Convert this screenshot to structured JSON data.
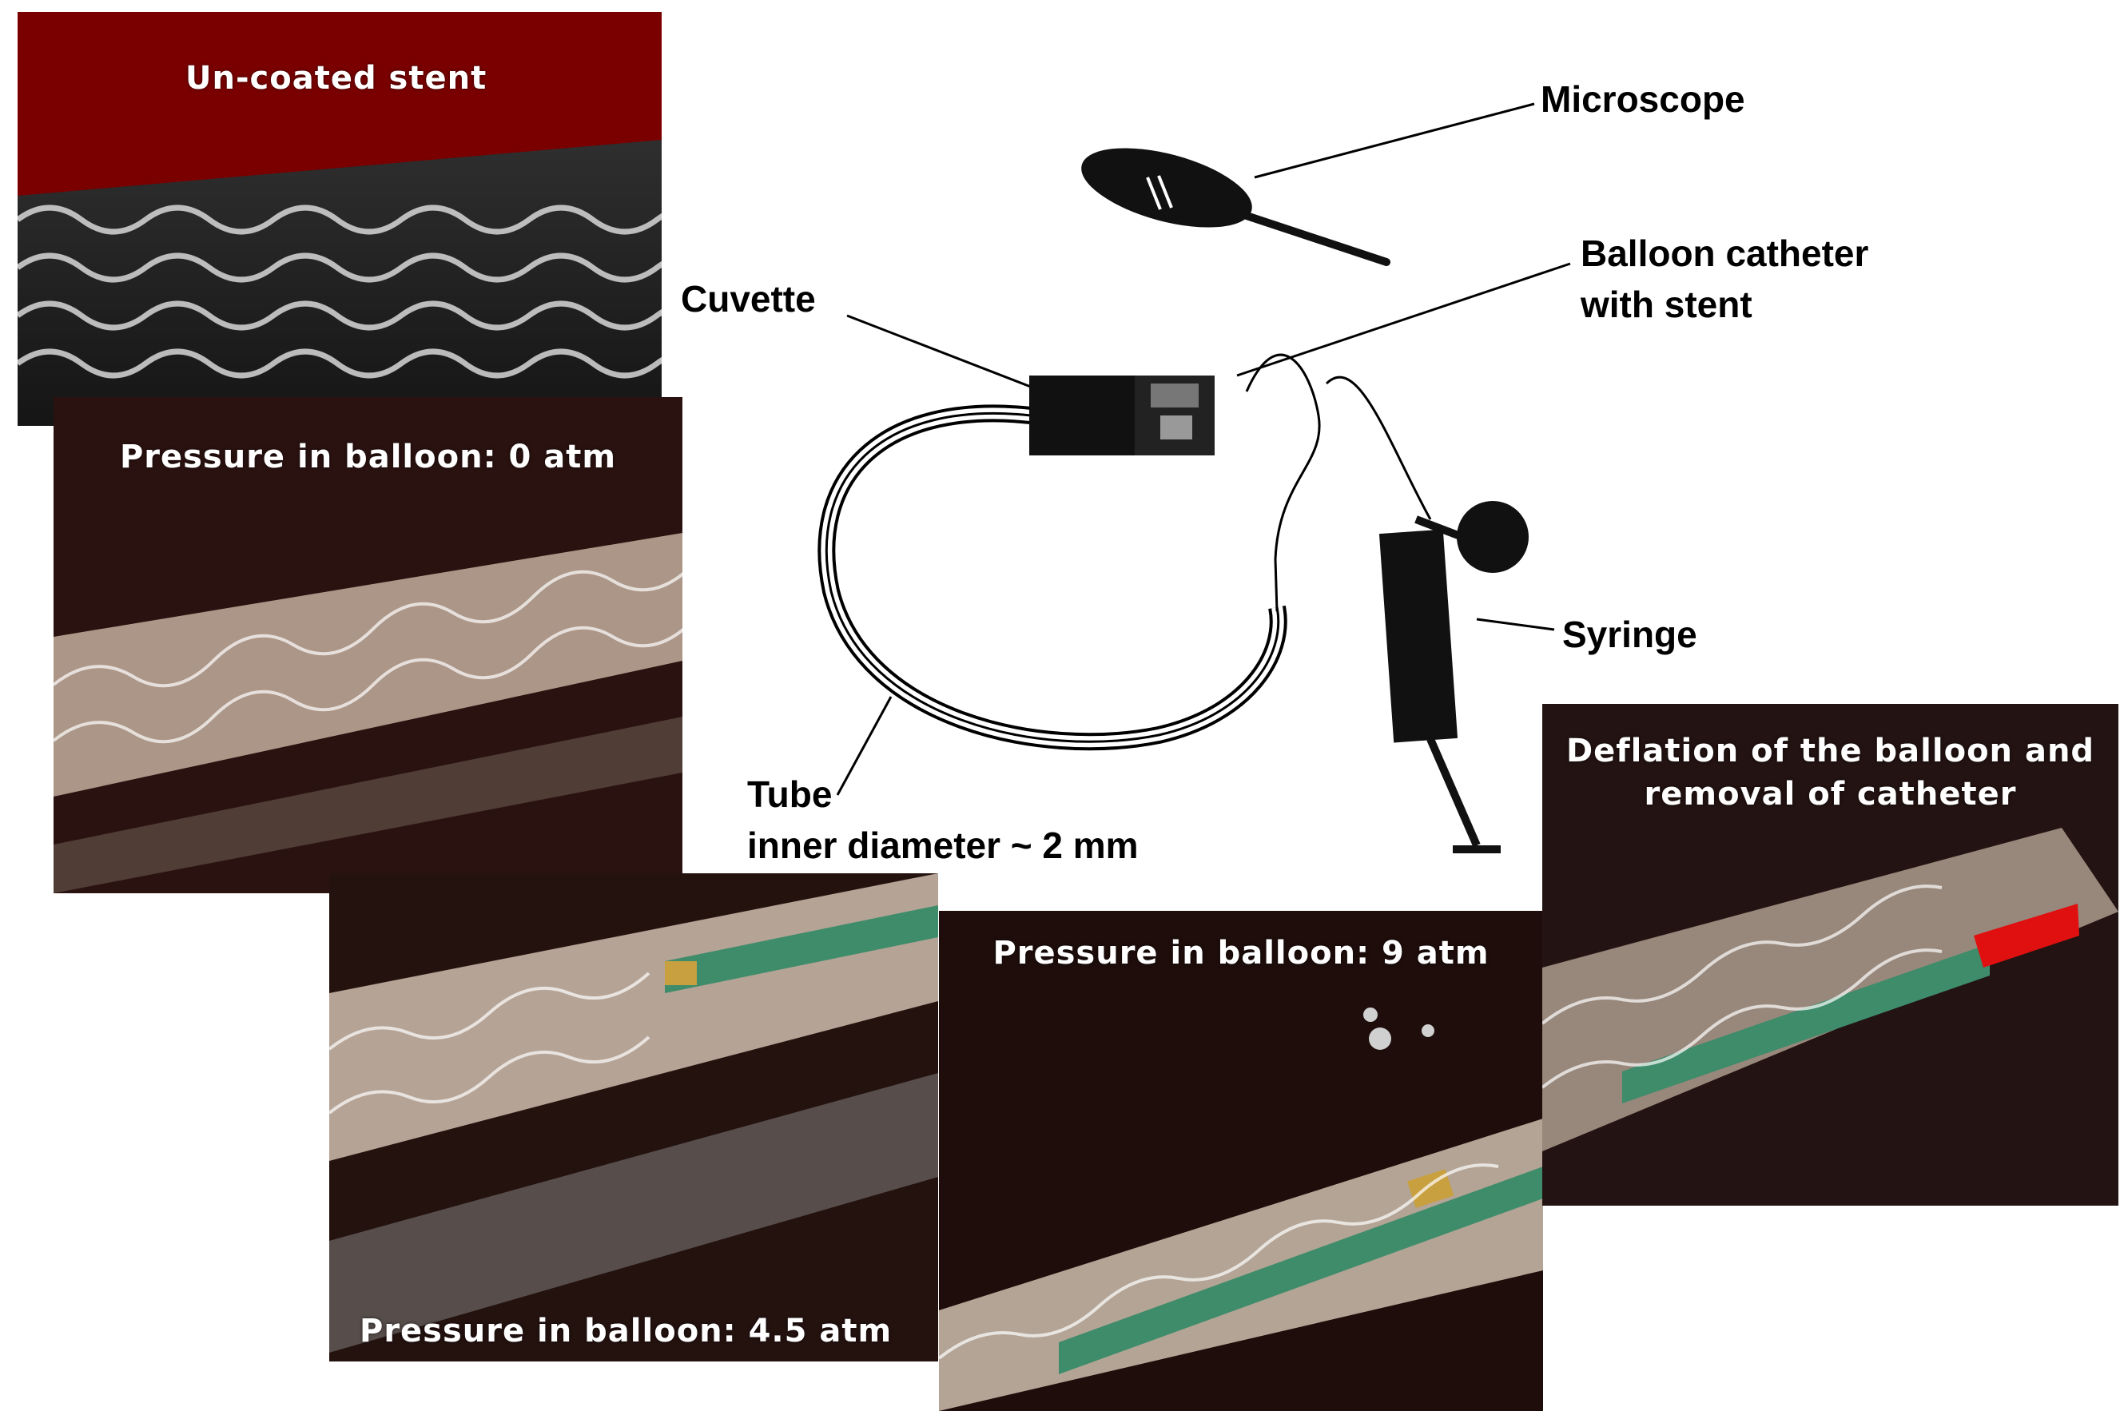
{
  "panels": {
    "uncoated": {
      "caption": "Un-coated stent"
    },
    "p0": {
      "caption": "Pressure in balloon: 0 atm"
    },
    "p45": {
      "caption": "Pressure in balloon: 4.5 atm"
    },
    "p9": {
      "caption": "Pressure in balloon: 9 atm"
    },
    "deflation": {
      "caption_line1": "Deflation of the balloon and",
      "caption_line2": "removal of catheter"
    }
  },
  "diagram": {
    "microscope": "Microscope",
    "balloon_line1": "Balloon catheter",
    "balloon_line2": "with stent",
    "cuvette": "Cuvette",
    "syringe": "Syringe",
    "tube_line1": "Tube",
    "tube_line2": "inner diameter ~ 2 mm"
  },
  "colors": {
    "header_red": "#7a0000",
    "stent_green": "#3e8c6a",
    "catheter_red": "#e01010"
  }
}
